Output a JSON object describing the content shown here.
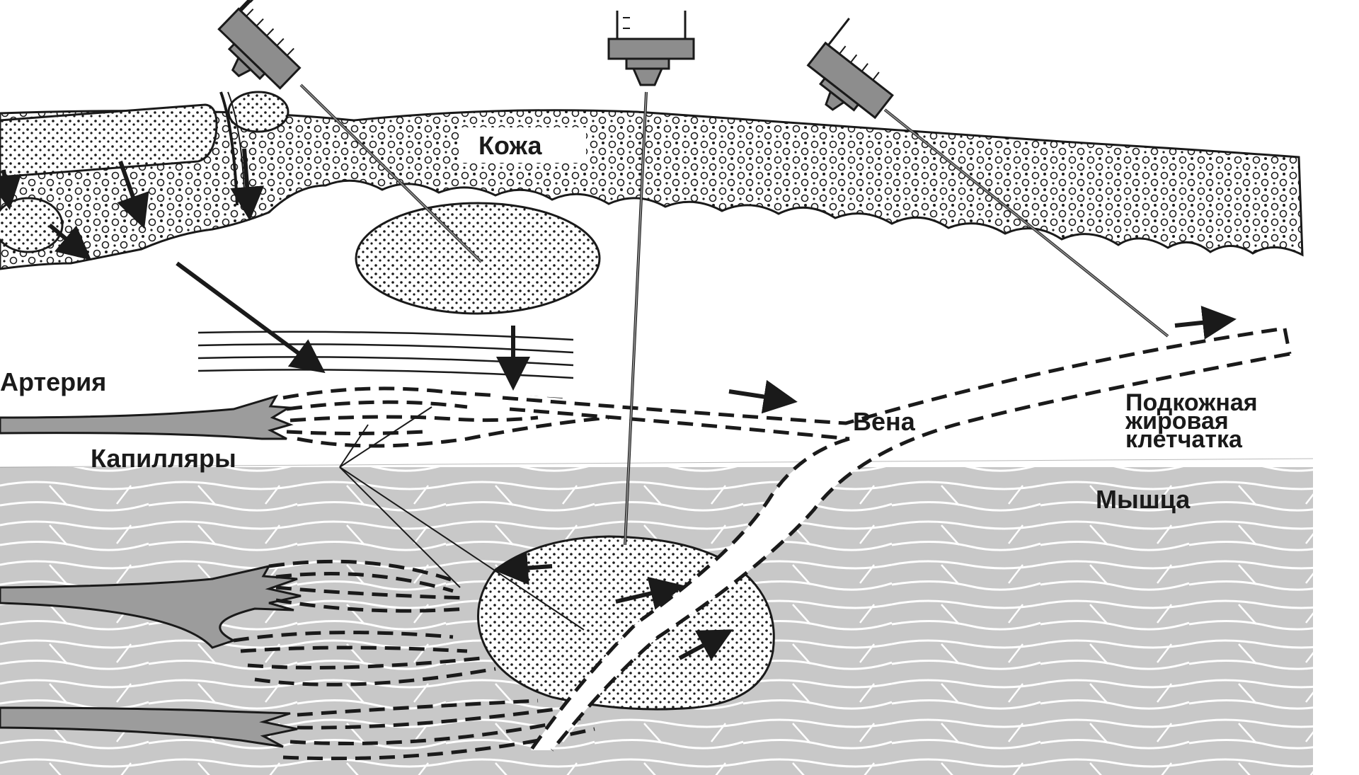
{
  "labels": {
    "skin": "Кожа",
    "artery": "Артерия",
    "capillaries": "Капилляры",
    "vein": "Вена",
    "subcutaneous_line1": "Подкожная",
    "subcutaneous_line2": "жировая",
    "subcutaneous_line3": "клетчатка",
    "muscle": "Мышца"
  },
  "colors": {
    "muscle": "#c8c8c8",
    "vessel": "#9c9c9c",
    "syringe": "#8d8d8d",
    "ink": "#1a1a1a"
  }
}
